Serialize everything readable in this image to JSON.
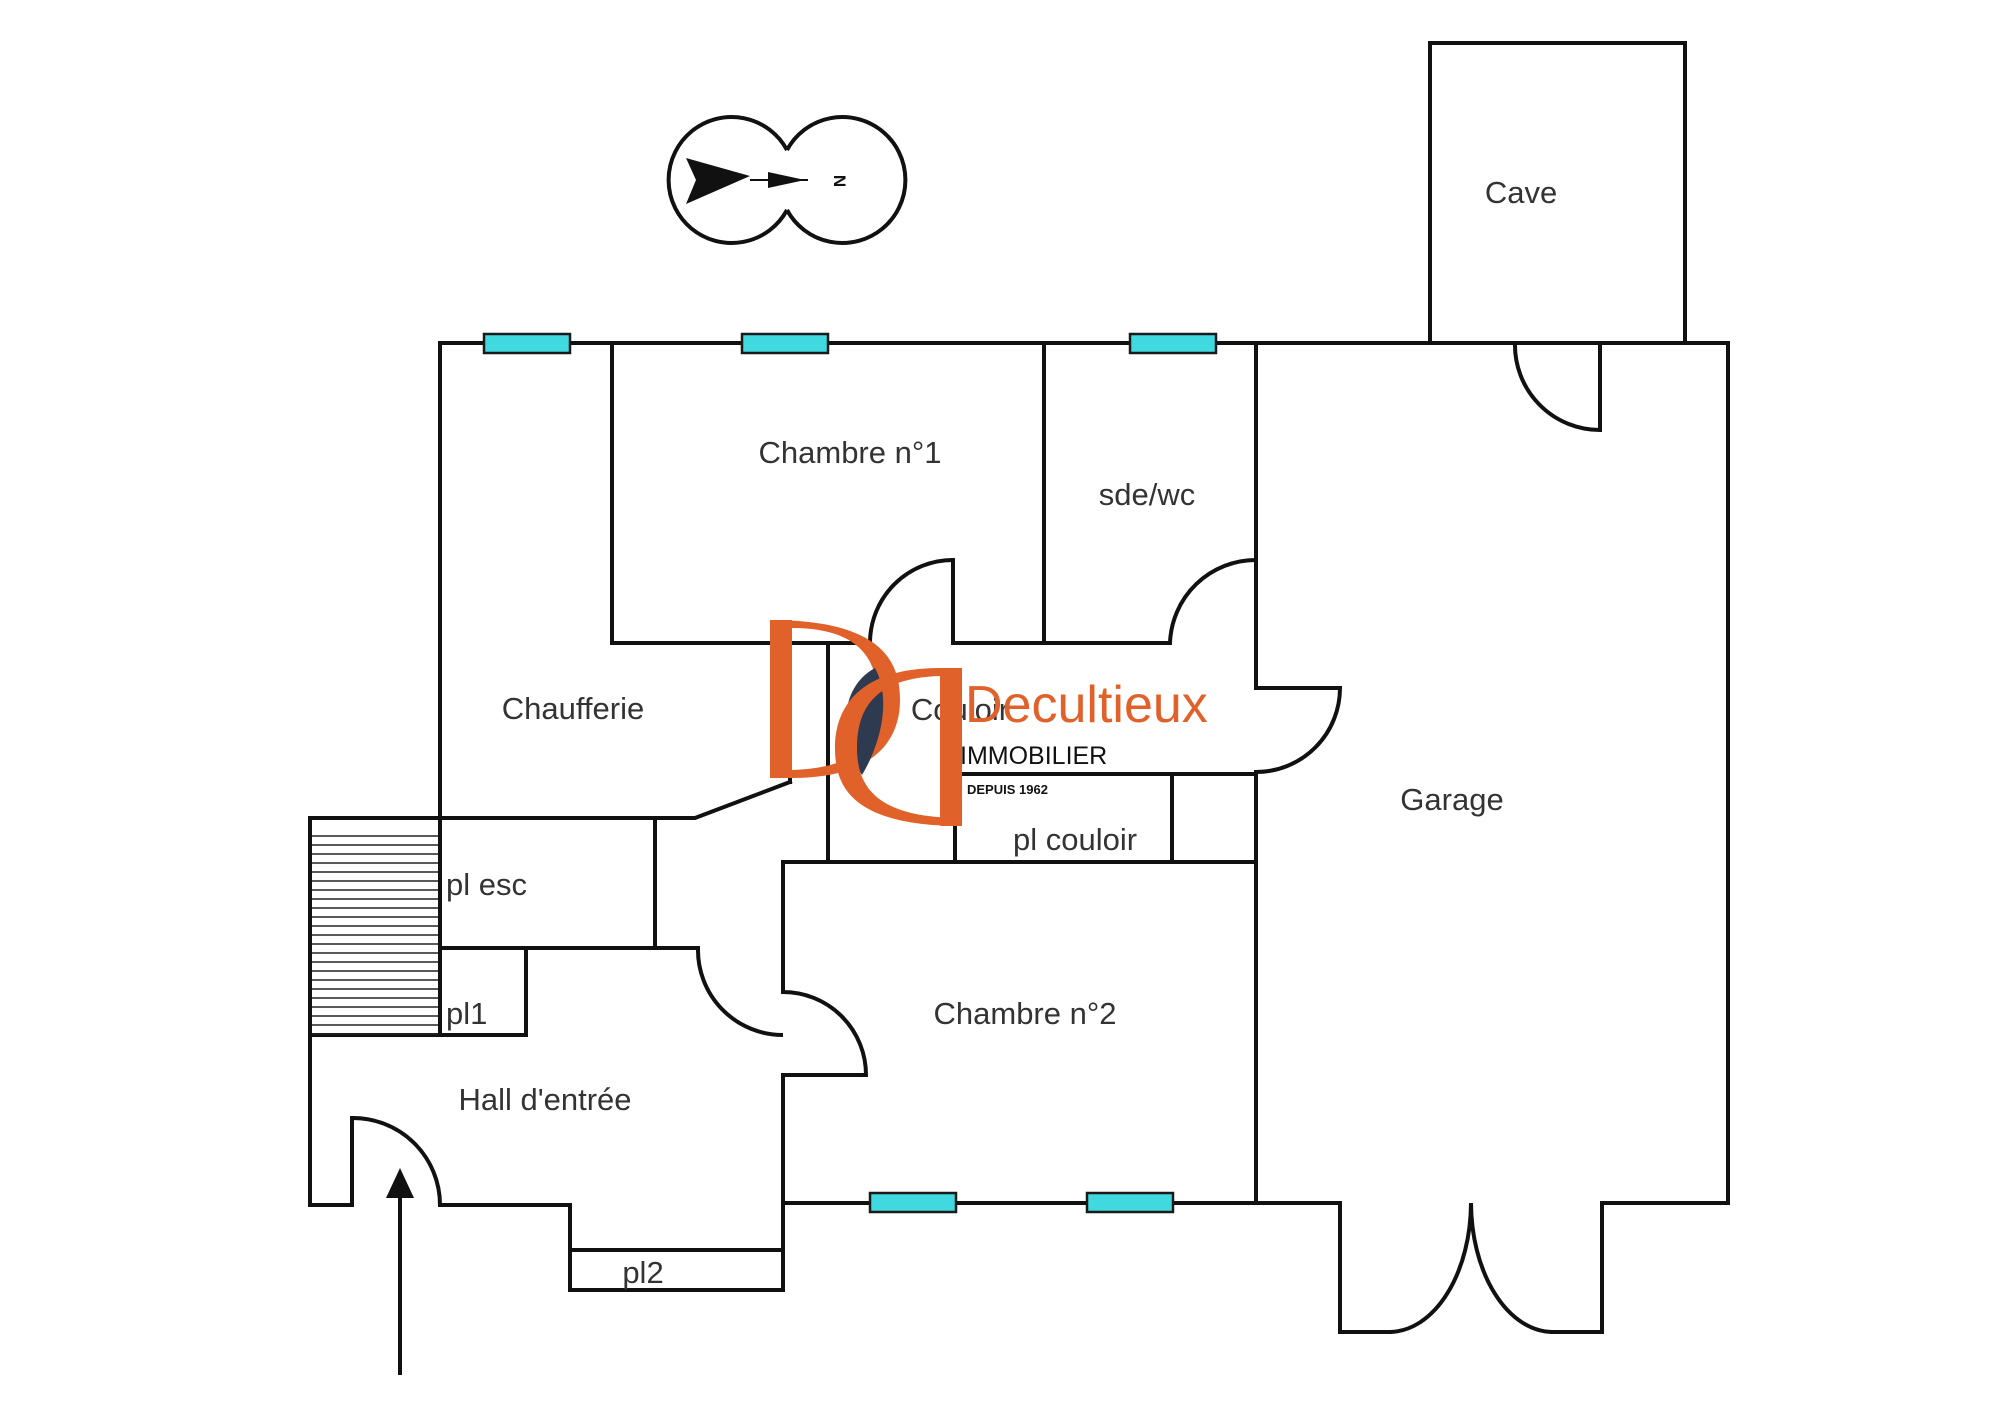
{
  "rooms": {
    "cave": "Cave",
    "chambre1": "Chambre n°1",
    "sde_wc": "sde/wc",
    "chaufferie": "Chaufferie",
    "couloir": "Couloir",
    "garage": "Garage",
    "pl_couloir": "pl couloir",
    "pl_esc": "pl esc",
    "pl1": "pl1",
    "chambre2": "Chambre n°2",
    "hall": "Hall d'entrée",
    "pl2": "pl2"
  },
  "compass": {
    "letter": "N"
  },
  "logo": {
    "name": "Decultieux",
    "subtitle": "IMMOBILIER",
    "tagline": "DEPUIS 1962"
  },
  "colors": {
    "window": "#3fd9df",
    "logo_orange": "#e0612a",
    "logo_navy": "#2e3a4f",
    "wall": "#111111"
  }
}
